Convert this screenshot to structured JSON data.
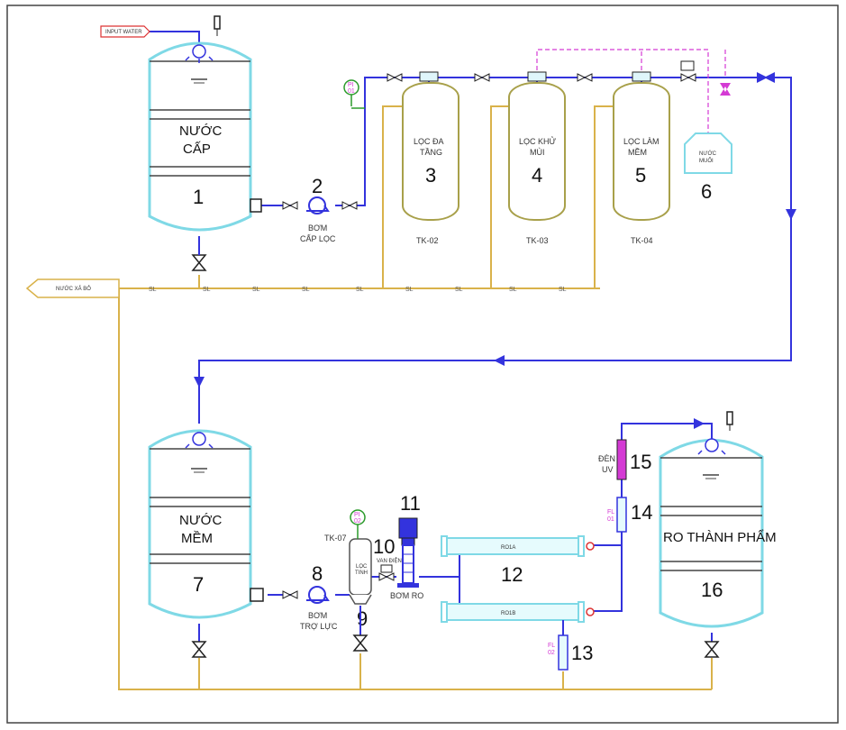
{
  "tanks": {
    "t1": {
      "line1": "NƯỚC",
      "line2": "CẤP",
      "number": "1"
    },
    "t7": {
      "line1": "NƯỚC",
      "line2": "MỀM",
      "number": "7"
    },
    "t16": {
      "line1": "RO THÀNH PHẨM",
      "number": "16"
    }
  },
  "filters": {
    "f3": {
      "line1": "LỌC ĐA",
      "line2": "TẦNG",
      "number": "3",
      "tag": "TK-02"
    },
    "f4": {
      "line1": "LỌC KHỬ",
      "line2": "MÙI",
      "number": "4",
      "tag": "TK-03"
    },
    "f5": {
      "line1": "LỌC LÀM",
      "line2": "MỀM",
      "number": "5",
      "tag": "TK-04"
    }
  },
  "brine": {
    "line1": "NƯỚC",
    "line2": "MUỐI",
    "number": "6"
  },
  "pump2": {
    "number": "2",
    "line1": "BƠM",
    "line2": "CẤP LỌC"
  },
  "pump8": {
    "number": "8",
    "line1": "BƠM",
    "line2": "TRỢ LỰC"
  },
  "cartridge": {
    "tag": "TK-07",
    "line1": "LỌC",
    "line2": "TINH",
    "number": "9"
  },
  "valve10": {
    "number": "10",
    "label": "VAN ĐIỆN"
  },
  "pump11": {
    "number": "11",
    "label": "BƠM RO"
  },
  "ro": {
    "a": "RO1A",
    "b": "RO1B",
    "number": "12"
  },
  "flow13": {
    "tag1": "FL",
    "tag2": "02",
    "number": "13"
  },
  "flow14": {
    "tag1": "FL",
    "tag2": "01",
    "number": "14"
  },
  "uv15": {
    "line1": "ĐÈN",
    "line2": "UV",
    "number": "15"
  },
  "gauges": {
    "pi1": "PI",
    "pi1b": "01",
    "pi2": "PI",
    "pi2b": "02"
  },
  "inlet": "INPUT WATER",
  "drain": "NƯỚC XẢ BỎ",
  "sl": "SL",
  "colors": {
    "water": "#3333dd",
    "sludge": "#d9b24a",
    "tank": "#7fd9e6",
    "filter": "#a8a04a",
    "brine": "#d43ad4"
  }
}
